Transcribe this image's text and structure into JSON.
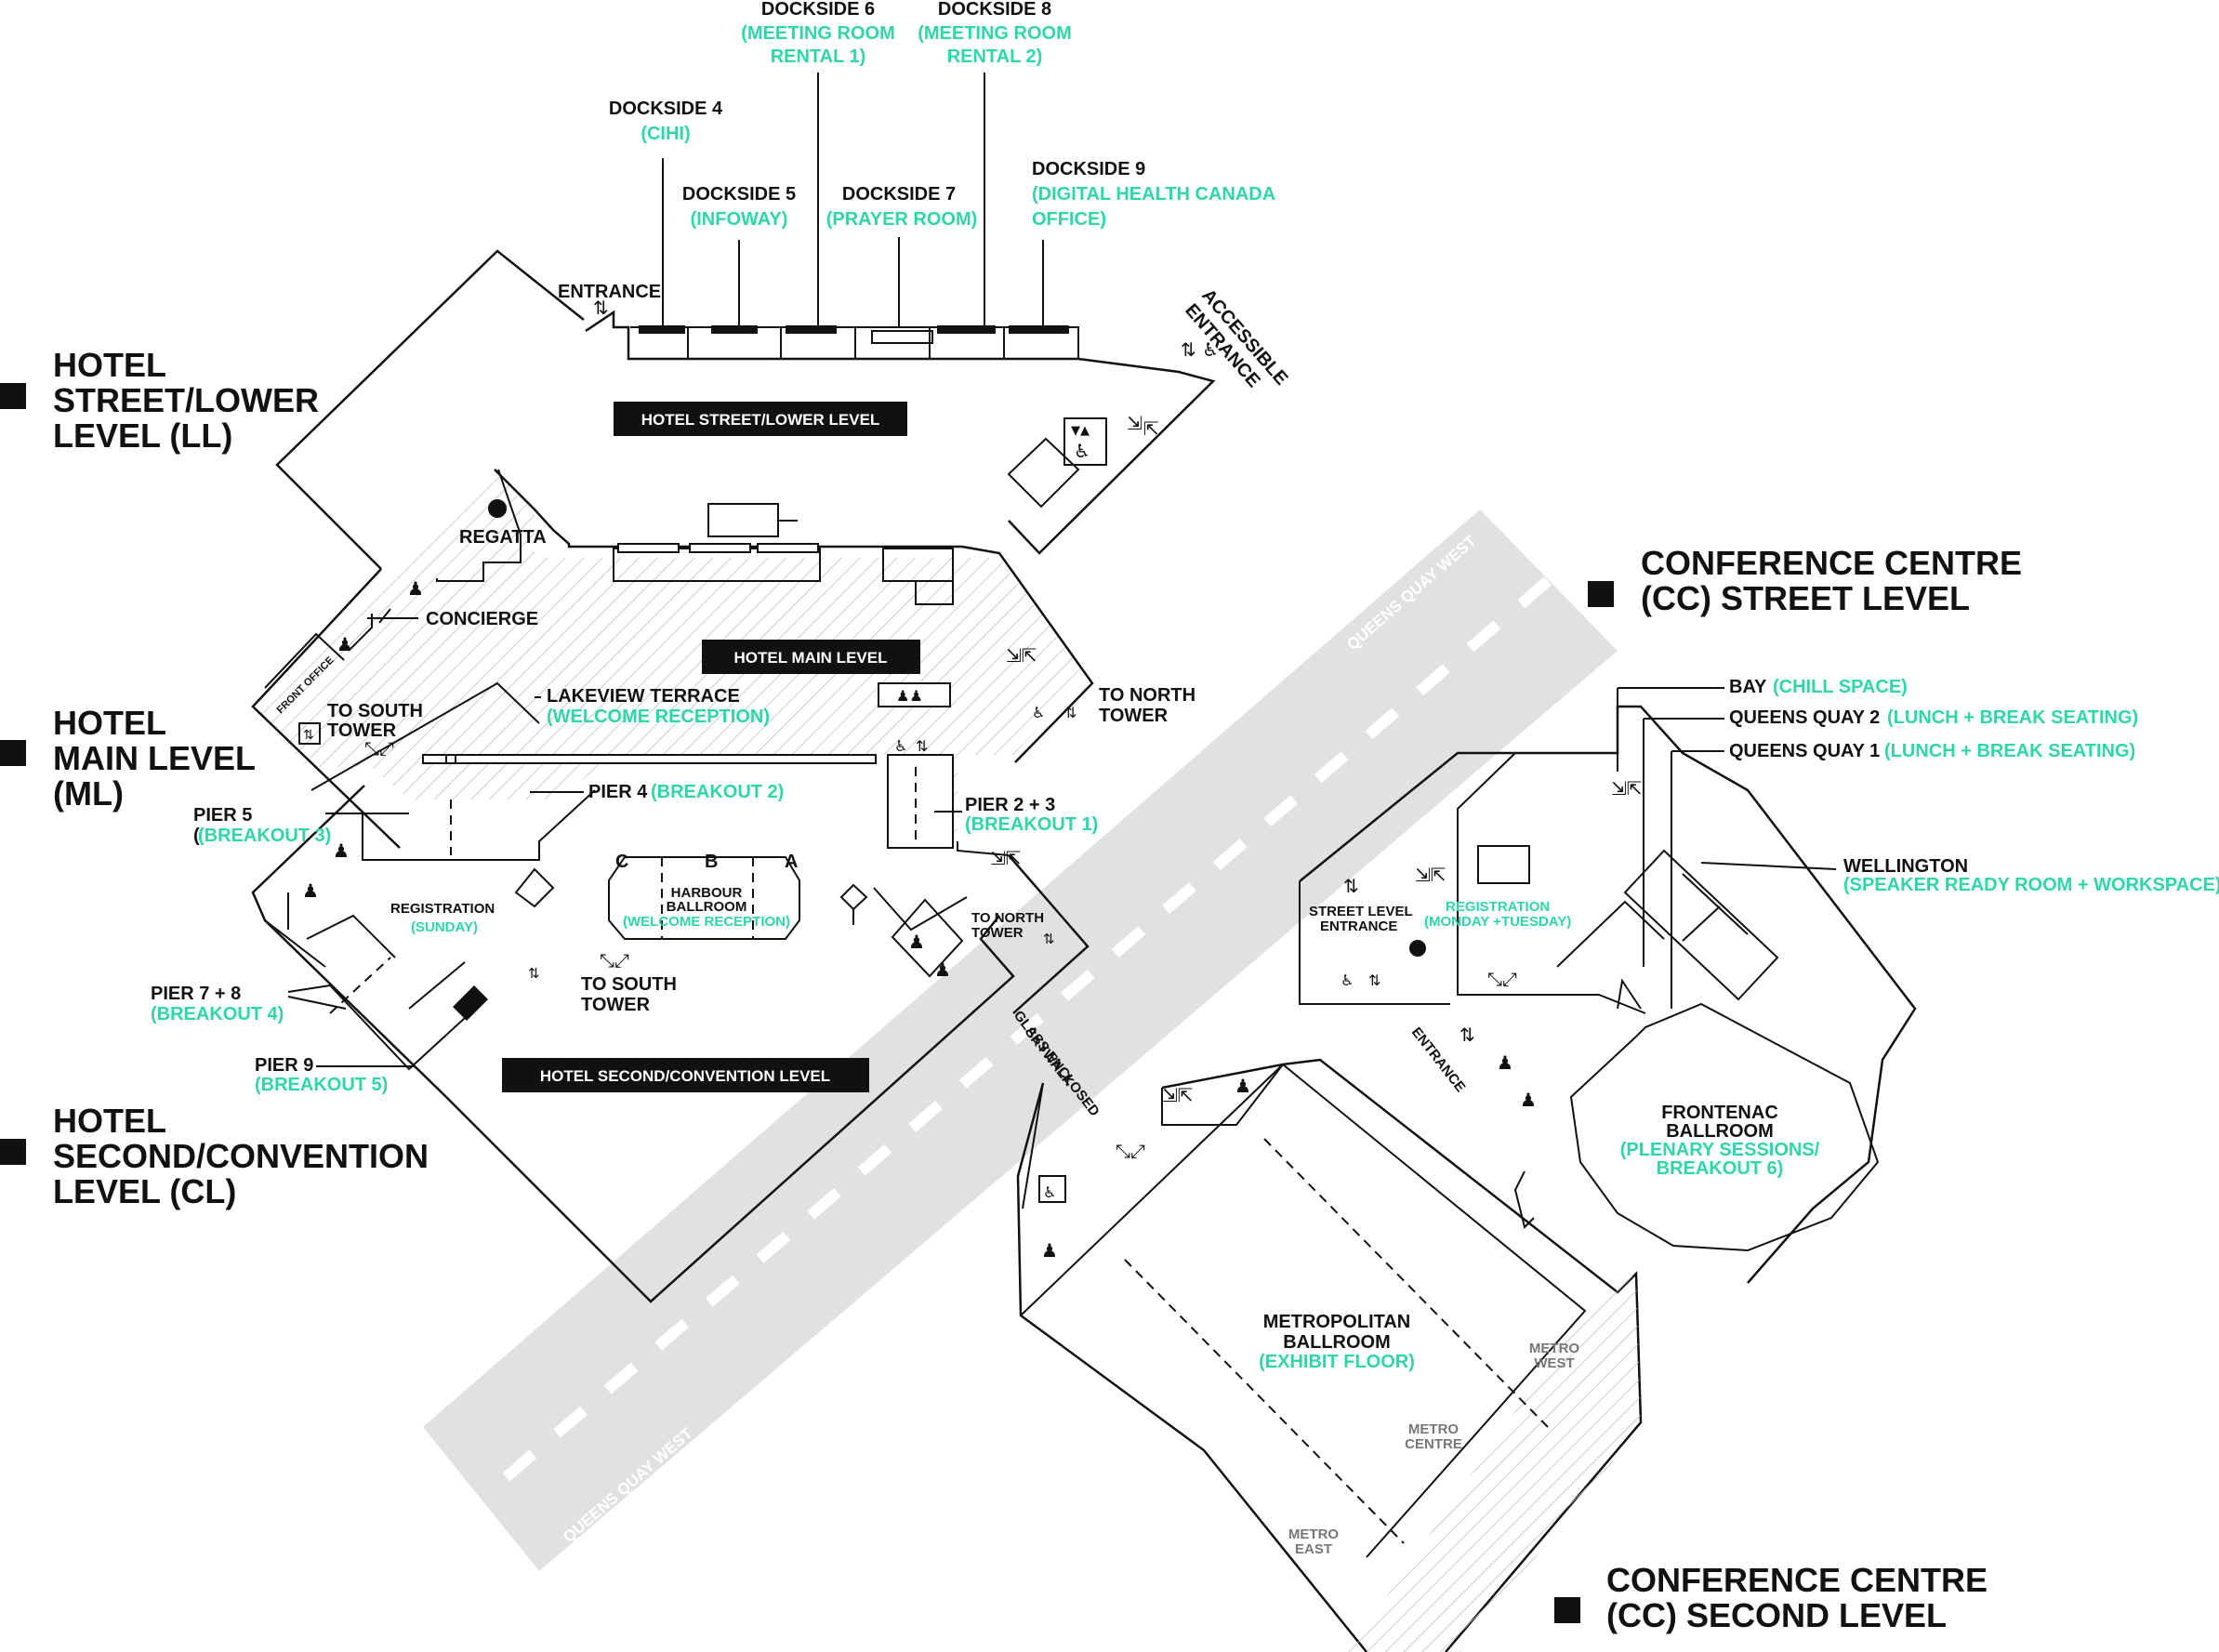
{
  "levels": {
    "hotel_ll": [
      "HOTEL",
      "STREET/LOWER",
      "LEVEL (LL)"
    ],
    "hotel_ml": [
      "HOTEL",
      "MAIN LEVEL",
      "(ML)"
    ],
    "hotel_cl": [
      "HOTEL",
      "SECOND/CONVENTION",
      "LEVEL (CL)"
    ],
    "cc_street": [
      "CONFERENCE CENTRE",
      "(CC) STREET LEVEL"
    ],
    "cc_second": [
      "CONFERENCE CENTRE",
      "(CC) SECOND LEVEL"
    ]
  },
  "bands": {
    "hotel_street": "HOTEL STREET/LOWER LEVEL",
    "hotel_main": "HOTEL MAIN LEVEL",
    "hotel_second": "HOTEL SECOND/CONVENTION LEVEL"
  },
  "street": {
    "name_top": "QUEENS QUAY WEST",
    "name_bottom": "QUEENS QUAY WEST"
  },
  "rooms": {
    "dockside4": {
      "name": "DOCKSIDE 4",
      "use": "(CIHI)"
    },
    "dockside5": {
      "name": "DOCKSIDE 5",
      "use": "(INFOWAY)"
    },
    "dockside6": {
      "name": "DOCKSIDE 6",
      "use1": "(MEETING ROOM",
      "use2": "RENTAL 1)"
    },
    "dockside7": {
      "name": "DOCKSIDE 7",
      "use": "(PRAYER ROOM)"
    },
    "dockside8": {
      "name": "DOCKSIDE 8",
      "use1": "(MEETING ROOM",
      "use2": "RENTAL 2)"
    },
    "dockside9": {
      "name": "DOCKSIDE 9",
      "use1": "(DIGITAL HEALTH CANADA",
      "use2": "OFFICE)"
    },
    "entrance_ll": "ENTRANCE",
    "accessible_entrance1": "ACCESSIBLE",
    "accessible_entrance2": "ENTRANCE",
    "regatta": "REGATTA",
    "concierge": "CONCIERGE",
    "front_office": "FRONT OFFICE",
    "to_south_tower": [
      "TO SOUTH",
      "TOWER"
    ],
    "to_north_tower": [
      "TO NORTH",
      "TOWER"
    ],
    "lakeview": {
      "name": "LAKEVIEW TERRACE",
      "use": "(WELCOME RECEPTION)"
    },
    "pier4": {
      "name": "PIER 4",
      "use": "(BREAKOUT 2)"
    },
    "pier5": {
      "name": "PIER 5",
      "use": "(BREAKOUT 3)",
      "open_paren": "("
    },
    "pier23": {
      "name": "PIER 2 + 3",
      "use": "(BREAKOUT 1)"
    },
    "pier78": {
      "name": "PIER 7 + 8",
      "use": "(BREAKOUT 4)"
    },
    "pier9": {
      "name": "PIER 9",
      "use": "(BREAKOUT 5)"
    },
    "registration_sun": {
      "name": "REGISTRATION",
      "use": "(SUNDAY)"
    },
    "harbour": {
      "sections": [
        "C",
        "B",
        "A"
      ],
      "name1": "HARBOUR",
      "name2": "BALLROOM",
      "use": "(WELCOME RECEPTION)"
    },
    "to_north_tower_cl": [
      "TO NORTH",
      "TOWER"
    ],
    "to_south_tower_cl": [
      "TO SOUTH",
      "TOWER"
    ],
    "skywalk": [
      "GLASS ENCLOSED",
      "SKYWALK"
    ],
    "bay": {
      "name": "BAY",
      "use": "(CHILL SPACE)"
    },
    "qq2": {
      "name": "QUEENS QUAY 2",
      "use": "(LUNCH + BREAK SEATING)"
    },
    "qq1": {
      "name": "QUEENS QUAY 1",
      "use": "(LUNCH + BREAK SEATING)"
    },
    "wellington": {
      "name": "WELLINGTON",
      "use": "(SPEAKER READY ROOM + WORKSPACE)"
    },
    "street_entrance": [
      "STREET LEVEL",
      "ENTRANCE"
    ],
    "registration_mt": {
      "name": "REGISTRATION",
      "use": "(MONDAY +TUESDAY)"
    },
    "entrance_cc": "ENTRANCE",
    "frontenac": {
      "name1": "FRONTENAC",
      "name2": "BALLROOM",
      "use1": "(PLENARY SESSIONS/",
      "use2": "BREAKOUT 6)"
    },
    "metropolitan": {
      "name1": "METROPOLITAN",
      "name2": "BALLROOM",
      "use": "(EXHIBIT FLOOR)"
    },
    "metro_west": [
      "METRO",
      "WEST"
    ],
    "metro_centre": [
      "METRO",
      "CENTRE"
    ],
    "metro_east": [
      "METRO",
      "EAST"
    ]
  },
  "colors": {
    "accent": "#2fd6a8",
    "ink": "#111111",
    "road": "#dfe2e1"
  },
  "icons": [
    "elevator-icon",
    "escalator-icon",
    "stairs-icon",
    "washroom-icon",
    "accessible-icon",
    "entrance-arrow-icon"
  ]
}
